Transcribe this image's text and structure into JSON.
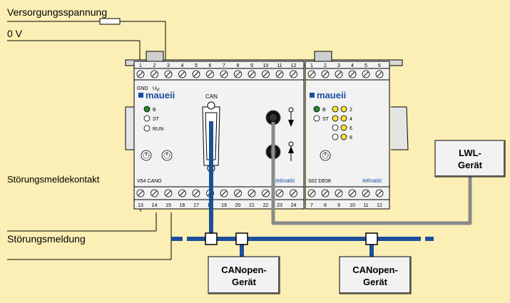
{
  "labels": {
    "supply_voltage": "Versorgungsspannung",
    "zero_volt": "0 V",
    "fault_contact": "Störungsmeldekontakt",
    "fault_signal": "Störungsmeldung"
  },
  "module_main": {
    "brand": "maueii",
    "gnd": "GND",
    "uv": "U",
    "uv_sub": "V",
    "can": "CAN",
    "led_b": "B",
    "led_st": "ST",
    "led_run": "RUN",
    "model": "V54 CANO",
    "telmatic": "telmatic",
    "top_terminals": [
      "1",
      "2",
      "3",
      "4",
      "5",
      "6",
      "7",
      "8",
      "9",
      "10",
      "11",
      "12"
    ],
    "bottom_terminals": [
      "13",
      "14",
      "15",
      "16",
      "17",
      "18",
      "19",
      "20",
      "21",
      "22",
      "23",
      "24"
    ]
  },
  "module_io": {
    "brand": "maueii",
    "led_b": "B",
    "led_st": "ST",
    "led_2": "2",
    "led_4": "4",
    "led_6": "6",
    "led_8": "8",
    "model": "S02 DE08",
    "telmatic": "telmatic",
    "top_terminals": [
      "1",
      "2",
      "3",
      "4",
      "5",
      "6"
    ],
    "bottom_terminals": [
      "7",
      "8",
      "9",
      "10",
      "11",
      "12"
    ]
  },
  "devices": {
    "lwl_line1": "LWL-",
    "lwl_line2": "Gerät",
    "can1_line1": "CANopen-",
    "can1_line2": "Gerät",
    "can2_line1": "CANopen-",
    "can2_line2": "Gerät"
  },
  "colors": {
    "background": "#fcefb5",
    "bus": "#1a4f9c",
    "fiber": "#8a8a8a",
    "module": "#f2f2f2"
  }
}
